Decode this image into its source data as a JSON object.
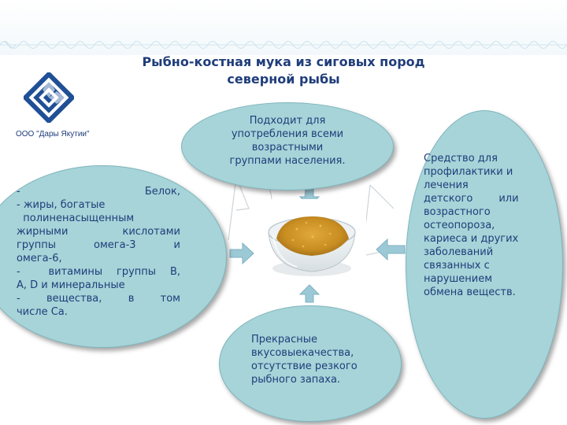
{
  "title": {
    "line1": "Рыбно-костная мука из сиговых пород",
    "line2": "северной рыбы"
  },
  "company": {
    "name": "ООО \"Дары Якутии\"",
    "logo_icon": "square-spiral-logo-icon"
  },
  "colors": {
    "title": "#1f3d7a",
    "oval_fill": "#a6d4d8",
    "oval_text": "#1f3d7a",
    "arrow": "#9cc9d6"
  },
  "ovals": {
    "top": {
      "lines": [
        "Подходит для",
        "употребления всеми",
        "возрастными",
        "группами населения."
      ]
    },
    "left": {
      "lines": [
        "-  Белок,",
        "- жиры, богатые",
        "  полиненасыщенным",
        "жирными кислотами",
        "группы    омега-3    и",
        "омега-6,",
        "-  витамины группы B,",
        "A, D и минеральные",
        "-   вещества,   в   том",
        "числе Ca."
      ]
    },
    "right": {
      "lines": [
        "Средство для",
        "профилактики и",
        "лечения",
        "детского        или",
        "возрастного",
        "остеопороза,",
        "кариеса и других",
        "заболеваний",
        "связанных с",
        "нарушением",
        "обмена веществ."
      ]
    },
    "bottom": {
      "lines": [
        "Прекрасные",
        "вкусовыекачества,",
        "отсутствие резкого",
        "рыбного запаха."
      ]
    }
  },
  "center_image": {
    "icon": "bowl-of-powder-icon"
  }
}
